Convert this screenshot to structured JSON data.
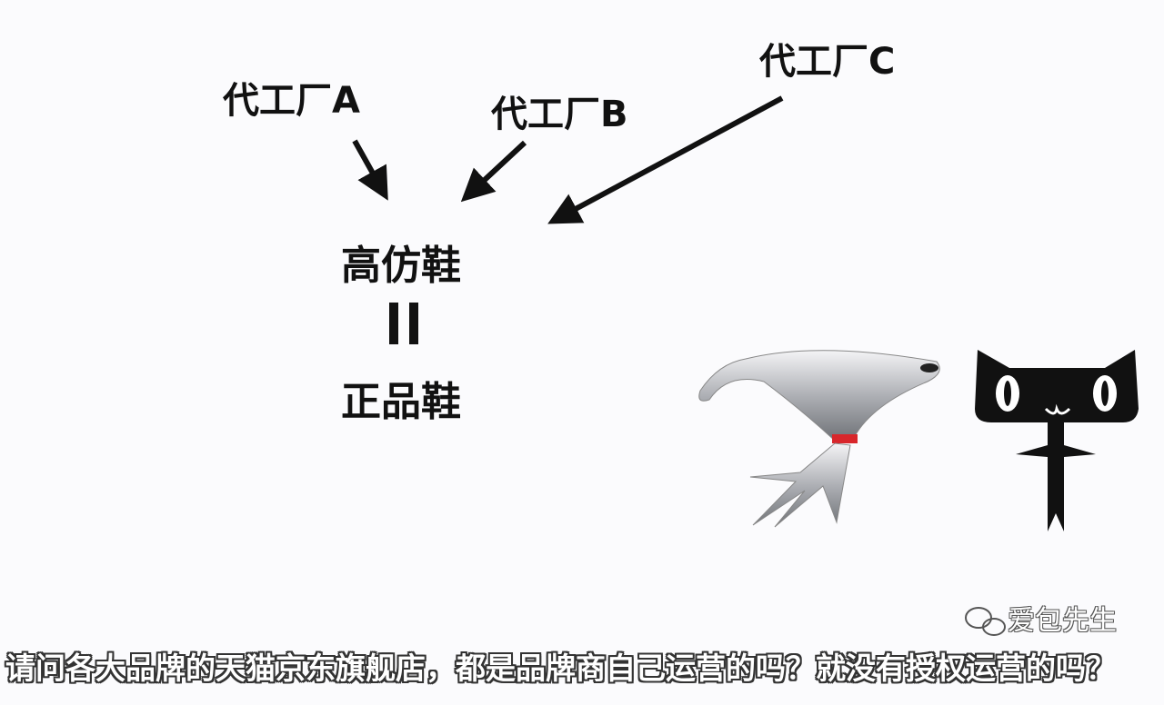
{
  "factories": [
    {
      "label": "代工厂A"
    },
    {
      "label": "代工厂B"
    },
    {
      "label": "代工厂C"
    }
  ],
  "fake_label": "高仿鞋",
  "equals_symbol": "II",
  "genuine_label": "正品鞋",
  "logos": [
    {
      "name": "jd-dog-logo"
    },
    {
      "name": "tmall-cat-logo"
    }
  ],
  "watermark": "爱包先生",
  "subtitle": "请问各大品牌的天猫京东旗舰店，都是品牌商自己运营的吗？就没有授权运营的吗？"
}
